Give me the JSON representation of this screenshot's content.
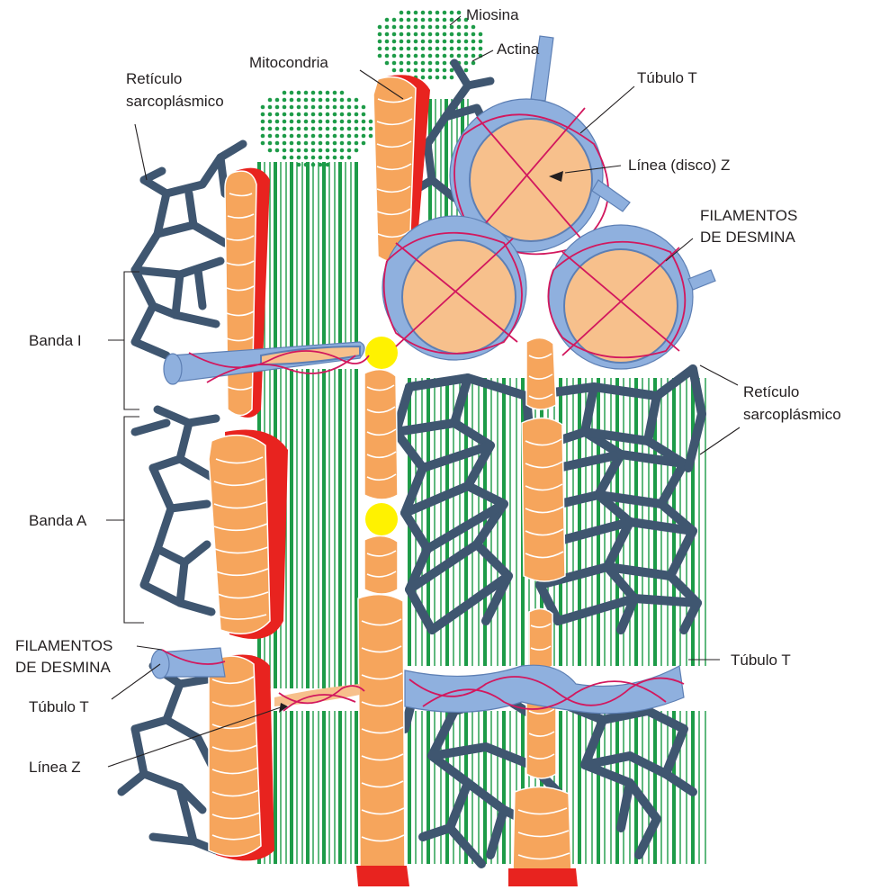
{
  "labels": {
    "miosina": "Miosina",
    "actina": "Actina",
    "mitocondria": "Mitocondria",
    "reticulo_left_1": "Retículo",
    "reticulo_left_2": "sarcoplásmico",
    "tubulo_t_top": "Túbulo T",
    "linea_disco_z": "Línea (disco) Z",
    "desmina_top_1": "FILAMENTOS",
    "desmina_top_2": "DE DESMINA",
    "banda_i": "Banda I",
    "reticulo_right_1": "Retículo",
    "reticulo_right_2": "sarcoplásmico",
    "banda_a": "Banda A",
    "desmina_left_1": "FILAMENTOS",
    "desmina_left_2": "DE DESMINA",
    "tubulo_t_left": "Túbulo T",
    "tubulo_t_right": "Túbulo T",
    "linea_z": "Línea Z"
  },
  "colors": {
    "reticulum": "#3f5670",
    "filaments": "#1d9b48",
    "mitochondria_membrane": "#e8231f",
    "mitochondria_matrix": "#f6a55c",
    "t_tubule": "#8fb0de",
    "desmin": "#d2185e",
    "z_disc": "#f7c08c",
    "vesicle": "#fff200"
  }
}
